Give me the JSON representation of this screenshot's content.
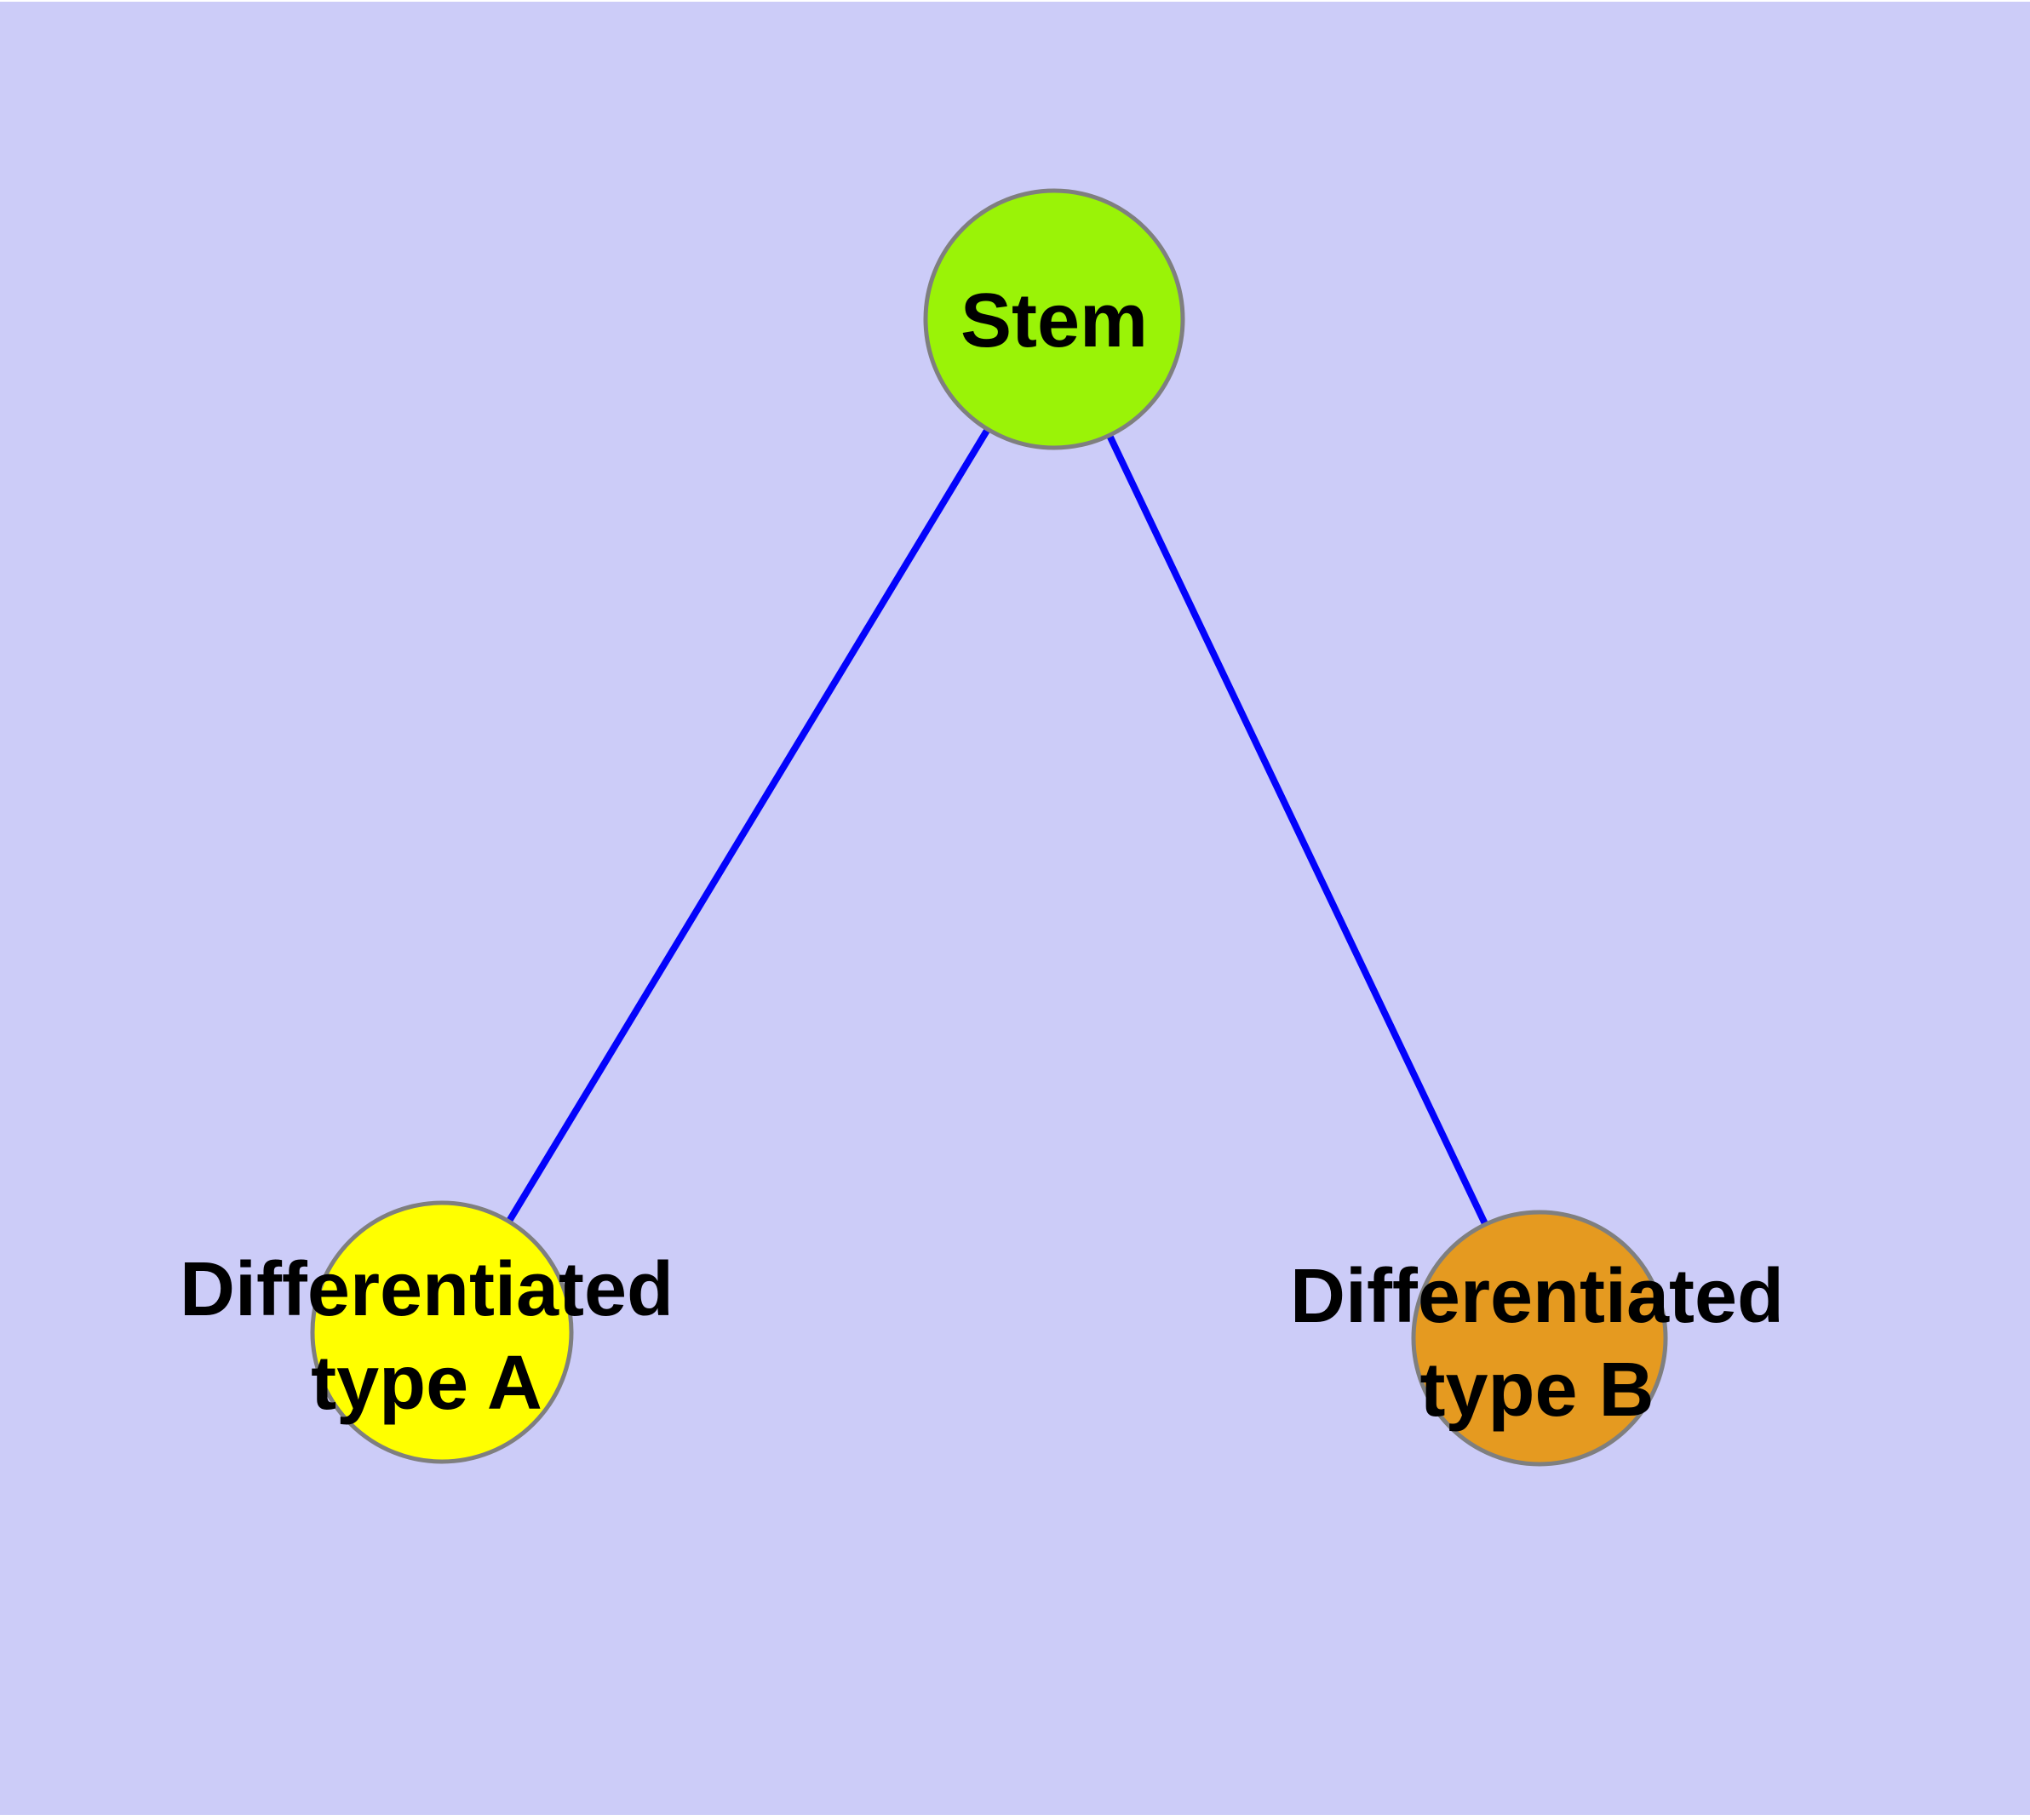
{
  "diagram": {
    "background_color": "#ccccf8",
    "page_color": "#ffffff",
    "edge_color": "#0303fb",
    "node_border_color": "#7f7f7f",
    "text_color": "#000000",
    "nodes": {
      "stem": {
        "label": "Stem",
        "color": "#9af307"
      },
      "type_a": {
        "label_line1": "Differentiated",
        "label_line2": "type A",
        "color": "#ffff00"
      },
      "type_b": {
        "label_line1": "Differentiated",
        "label_line2": "type B",
        "color": "#e59a20"
      }
    },
    "edges": [
      {
        "from": "Stem",
        "to": "Differentiated type A"
      },
      {
        "from": "Stem",
        "to": "Differentiated type B"
      }
    ]
  }
}
